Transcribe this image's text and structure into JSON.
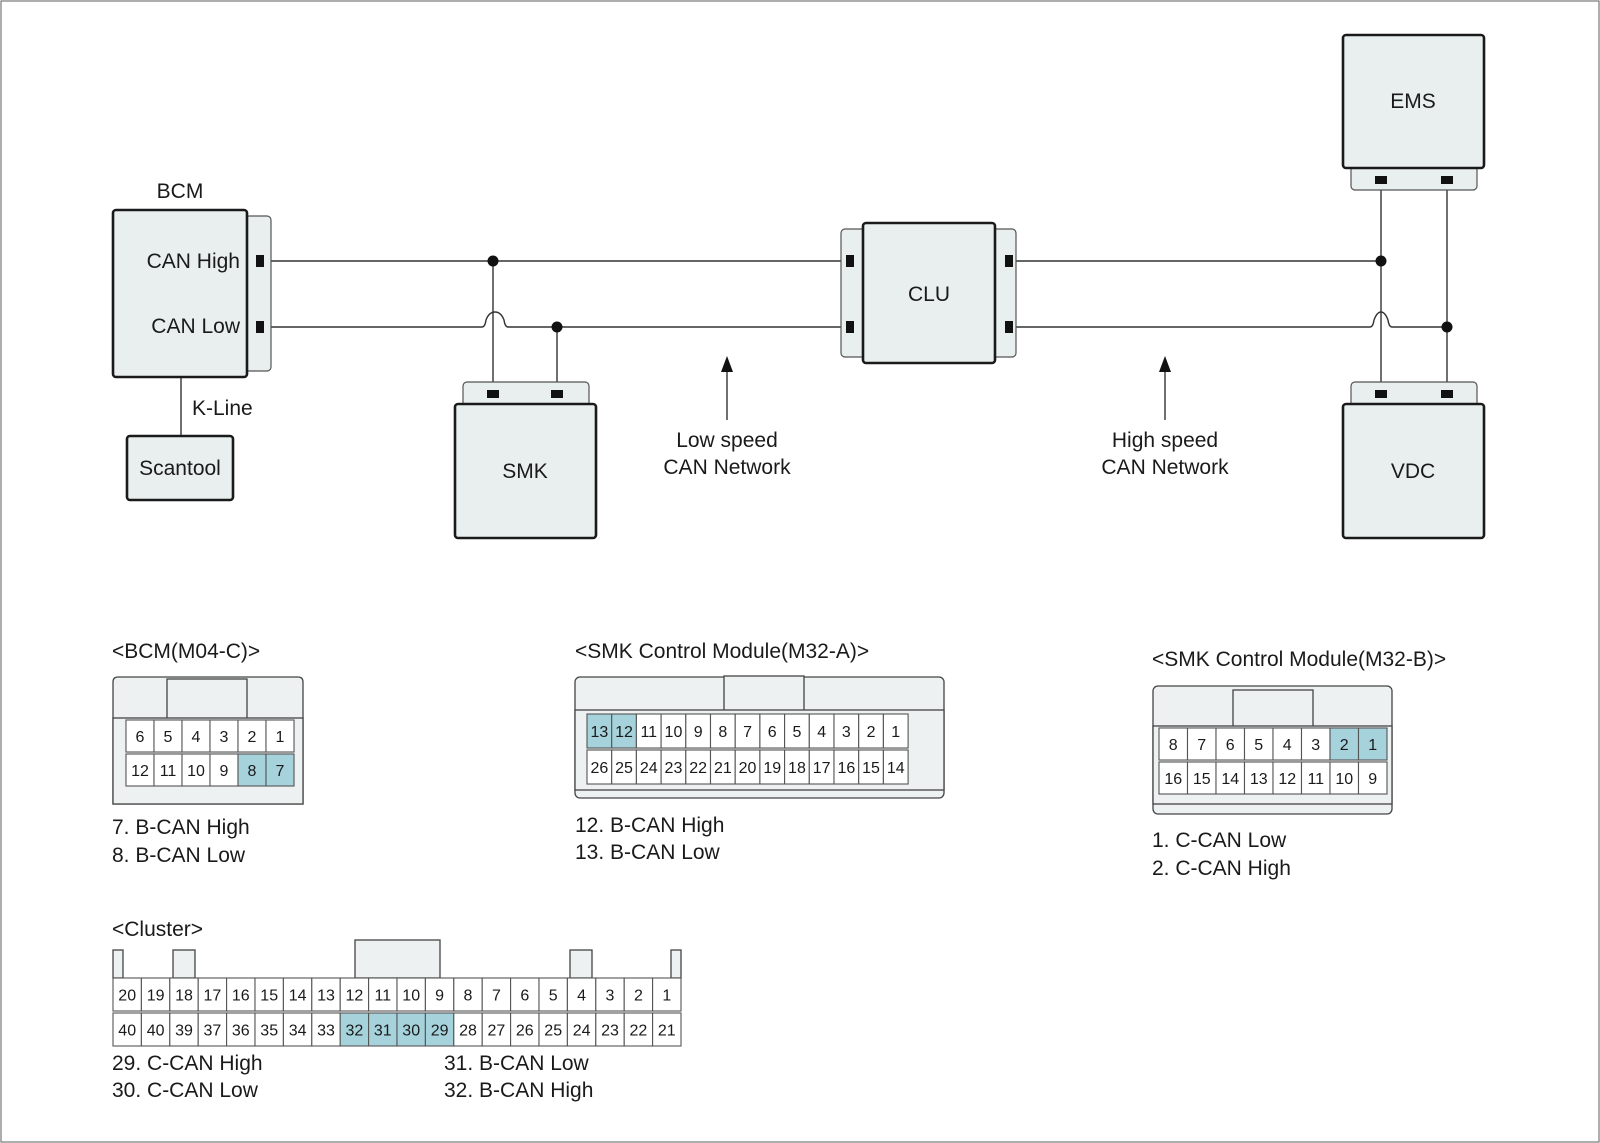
{
  "colors": {
    "module_fill": "#e9efef",
    "pin_fill": "#ffffff",
    "pin_highlight": "#a6d2dc",
    "wire": "#333333"
  },
  "modules": {
    "bcm": {
      "name": "BCM",
      "can_high": "CAN High",
      "can_low": "CAN Low"
    },
    "kline": "K-Line",
    "scantool": "Scantool",
    "smk": "SMK",
    "clu": "CLU",
    "ems": "EMS",
    "vdc": "VDC"
  },
  "networks": {
    "low_speed": {
      "line1": "Low speed",
      "line2": "CAN Network"
    },
    "high_speed": {
      "line1": "High speed",
      "line2": "CAN Network"
    }
  },
  "connectors": {
    "bcm": {
      "title": "<BCM(M04-C)>",
      "row1": [
        "6",
        "5",
        "4",
        "3",
        "2",
        "1"
      ],
      "row2": [
        "12",
        "11",
        "10",
        "9",
        "8",
        "7"
      ],
      "highlighted": [
        "8",
        "7"
      ],
      "notes": [
        "7. B-CAN High",
        "8. B-CAN Low"
      ]
    },
    "smk_a": {
      "title": "<SMK Control Module(M32-A)>",
      "row1": [
        "13",
        "12",
        "11",
        "10",
        "9",
        "8",
        "7",
        "6",
        "5",
        "4",
        "3",
        "2",
        "1"
      ],
      "row2": [
        "26",
        "25",
        "24",
        "23",
        "22",
        "21",
        "20",
        "19",
        "18",
        "17",
        "16",
        "15",
        "14"
      ],
      "highlighted": [
        "13",
        "12"
      ],
      "notes": [
        "12. B-CAN High",
        "13. B-CAN Low"
      ]
    },
    "smk_b": {
      "title": "<SMK Control Module(M32-B)>",
      "row1": [
        "8",
        "7",
        "6",
        "5",
        "4",
        "3",
        "2",
        "1"
      ],
      "row2": [
        "16",
        "15",
        "14",
        "13",
        "12",
        "11",
        "10",
        "9"
      ],
      "highlighted": [
        "2",
        "1"
      ],
      "notes": [
        "1. C-CAN Low",
        "2. C-CAN High"
      ]
    },
    "cluster": {
      "title": "<Cluster>",
      "row1": [
        "20",
        "19",
        "18",
        "17",
        "16",
        "15",
        "14",
        "13",
        "12",
        "11",
        "10",
        "9",
        "8",
        "7",
        "6",
        "5",
        "4",
        "3",
        "2",
        "1"
      ],
      "row2": [
        "40",
        "40",
        "39",
        "37",
        "36",
        "35",
        "34",
        "33",
        "32",
        "31",
        "30",
        "29",
        "28",
        "27",
        "26",
        "25",
        "24",
        "23",
        "22",
        "21"
      ],
      "highlighted": [
        "32",
        "31",
        "30",
        "29"
      ],
      "notes_left": [
        "29. C-CAN High",
        "30. C-CAN Low"
      ],
      "notes_right": [
        "31. B-CAN Low",
        "32. B-CAN High"
      ]
    }
  }
}
